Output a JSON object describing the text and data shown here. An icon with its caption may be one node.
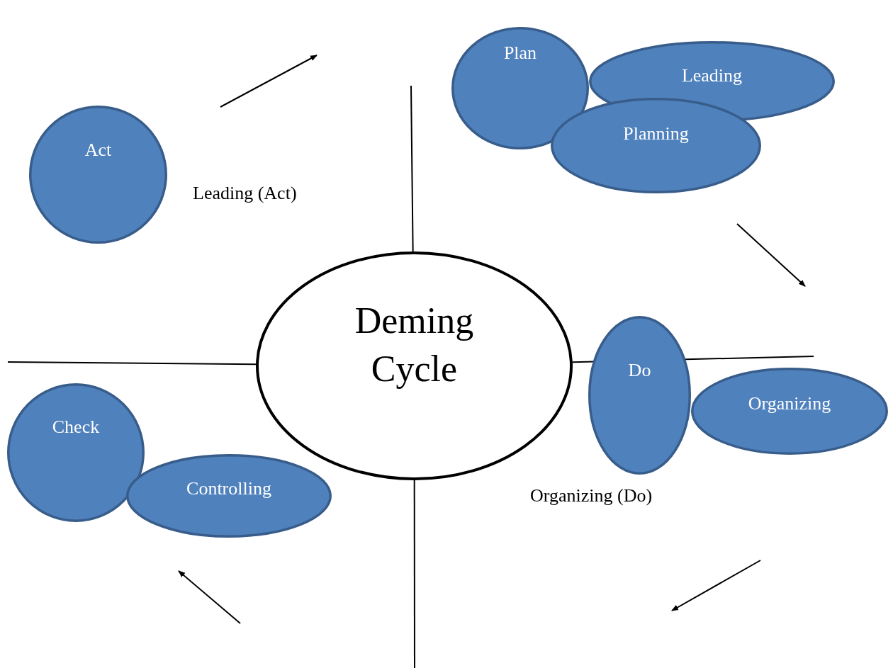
{
  "diagram": {
    "nodes": [
      {
        "text": [
          "Act"
        ]
      },
      {
        "text": [
          "Plan"
        ]
      },
      {
        "text": [
          "Leading"
        ]
      },
      {
        "text": [
          "Planning"
        ]
      },
      {
        "text": [
          "Deming Cycle"
        ]
      },
      {
        "text": [
          "Do"
        ]
      },
      {
        "text": [
          "Organizing"
        ]
      },
      {
        "text": [
          "Check"
        ]
      },
      {
        "text": [
          "Controlling"
        ]
      }
    ],
    "edges": [
      {
        "from": 4,
        "to": null,
        "arrow": "none"
      },
      {
        "from": 4,
        "to": null,
        "arrow": "none"
      },
      {
        "from": 4,
        "to": null,
        "arrow": "none"
      },
      {
        "from": 4,
        "to": null,
        "arrow": "none"
      }
    ],
    "labels": [
      "Leading (Act)",
      "Organizing (Do)"
    ]
  }
}
